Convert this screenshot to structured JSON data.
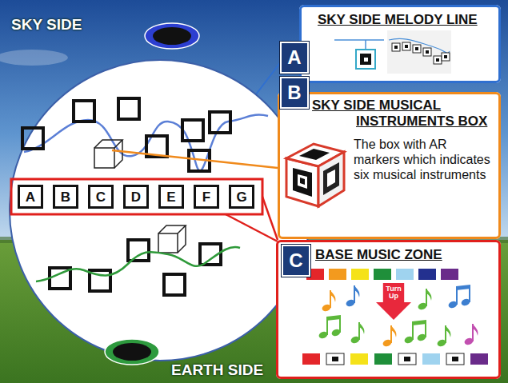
{
  "diagram": {
    "nodes": [
      {
        "text": [
          "A"
        ]
      },
      {
        "text": [
          "SKY SIDE MELODY LINE"
        ]
      },
      {
        "text": [
          "B"
        ]
      },
      {
        "text": [
          "SKY SIDE MUSICAL INSTRUMENTS BOX",
          "The box with AR markers which indicates six musical instruments"
        ]
      },
      {
        "text": [
          "C"
        ]
      },
      {
        "text": [
          "BASE MUSIC ZONE"
        ]
      },
      {
        "text": [
          "Turn Up"
        ],
        "in": 5
      },
      {
        "text": [
          "A"
        ]
      },
      {
        "text": [
          "B"
        ]
      },
      {
        "text": [
          "C"
        ]
      },
      {
        "text": [
          "D"
        ]
      },
      {
        "text": [
          "E"
        ]
      },
      {
        "text": [
          "F"
        ]
      },
      {
        "text": [
          "G"
        ]
      }
    ],
    "labels": [
      "SKY SIDE",
      "EARTH SIDE"
    ]
  }
}
